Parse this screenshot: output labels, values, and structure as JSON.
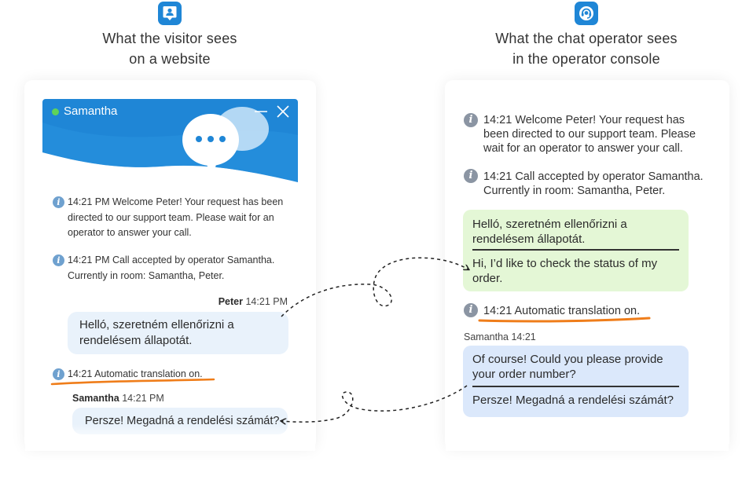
{
  "visitor_view": {
    "caption_line1": "What the visitor sees",
    "caption_line2": "on a website",
    "icon": "visitor-chat-icon",
    "widget": {
      "agent_name": "Samantha",
      "status_color": "#5fd35a",
      "header_color": "#1f86d6",
      "minimize_icon": "minimize-icon",
      "close_icon": "close-icon"
    },
    "messages": {
      "welcome": "14:21 PM Welcome Peter! Your request has been directed to our support team. Please wait for an operator to answer your call.",
      "accepted": "14:21 PM Call accepted by operator Samantha. Currently in room: Samantha, Peter.",
      "peter_name": "Peter",
      "peter_time": "14:21 PM",
      "peter_message": "Helló, szeretném ellenőrizni a rendelésem állapotát.",
      "translation": "14:21 Automatic translation on.",
      "samantha_name": "Samantha",
      "samantha_time": "14:21 PM",
      "samantha_message": "Persze! Megadná a rendelési számát?"
    }
  },
  "operator_view": {
    "caption_line1": "What the chat operator sees",
    "caption_line2": "in the operator console",
    "icon": "operator-headset-icon",
    "messages": {
      "welcome": "14:21 Welcome Peter! Your request has been directed to our support team. Please wait for an operator to answer your call.",
      "accepted": "14:21 Call accepted by operator Samantha. Currently in room: Samantha, Peter.",
      "visitor_original": "Helló, szeretném ellenőrizni a rendelésem állapotát.",
      "visitor_translated": "Hi, I’d like to check the status of my order.",
      "translation": "14:21 Automatic translation on.",
      "operator_sender": "Samantha 14:21",
      "operator_original": "Of course! Could you please provide your order number?",
      "operator_translated": "Persze! Megadná a rendelési számát?"
    }
  },
  "colors": {
    "accent_blue": "#1f86d6",
    "highlight_orange": "#ef7d1a",
    "visitor_bubble": "#e9f2fb",
    "operator_green_bubble": "#e4f7d6",
    "operator_blue_bubble": "#dbe8fb"
  }
}
